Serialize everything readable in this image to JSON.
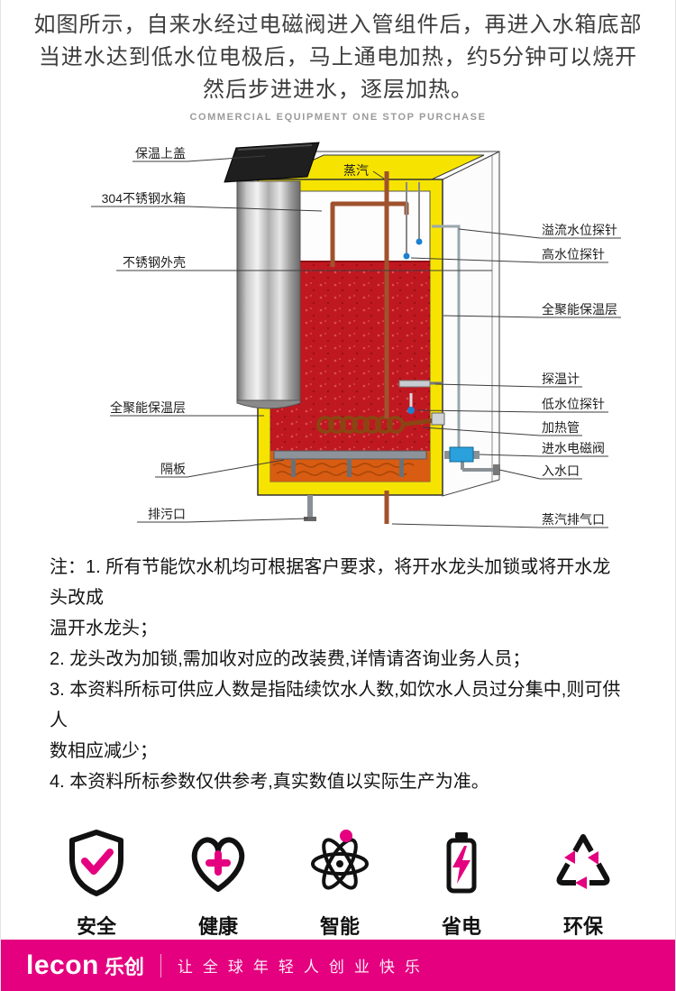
{
  "header": {
    "lines": [
      "如图所示，自来水经过电磁阀进入管组件后，再进入水箱底部",
      "当进水达到低水位电极后，马上通电加热，约5分钟可以烧开",
      "然后步进进水，逐层加热。"
    ],
    "subtitle": "COMMERCIAL EQUIPMENT ONE STOP PURCHASE"
  },
  "diagram": {
    "top_label": "蒸汽",
    "left_labels": [
      "保温上盖",
      "304不锈钢水箱",
      "不锈钢外壳",
      "全聚能保温层",
      "隔板",
      "排污口"
    ],
    "right_labels": [
      "溢流水位探针",
      "高水位探针",
      "全聚能保温层",
      "探温计",
      "低水位探针",
      "加热管",
      "进水电磁阀",
      "入水口",
      "蒸汽排气口"
    ]
  },
  "notes": {
    "lines": [
      "注：1. 所有节能饮水机均可根据客户要求，将开水龙头加锁或将开水龙头改成",
      "温开水龙头；",
      "2. 龙头改为加锁,需加收对应的改装费,详情请咨询业务人员；",
      "3. 本资料所标可供应人数是指陆续饮水人数,如饮水人员过分集中,则可供人",
      "数相应减少；",
      "4. 本资料所标参数仅供参考,真实数值以实际生产为准。"
    ]
  },
  "features": [
    {
      "icon": "shield-check",
      "label": "安全"
    },
    {
      "icon": "heart-plus",
      "label": "健康"
    },
    {
      "icon": "atom",
      "label": "智能"
    },
    {
      "icon": "battery-bolt",
      "label": "省电"
    },
    {
      "icon": "recycle",
      "label": "环保"
    }
  ],
  "footer": {
    "brand": "lecon",
    "brand_cn": "乐创",
    "slogan": "让全球年轻人创业快乐"
  },
  "colors": {
    "accent_magenta": "#e4007f",
    "insulation_yellow": "#f6e400",
    "water_red": "#c01820",
    "sediment_orange": "#d85c12",
    "pipe_copper": "#a0522d"
  }
}
